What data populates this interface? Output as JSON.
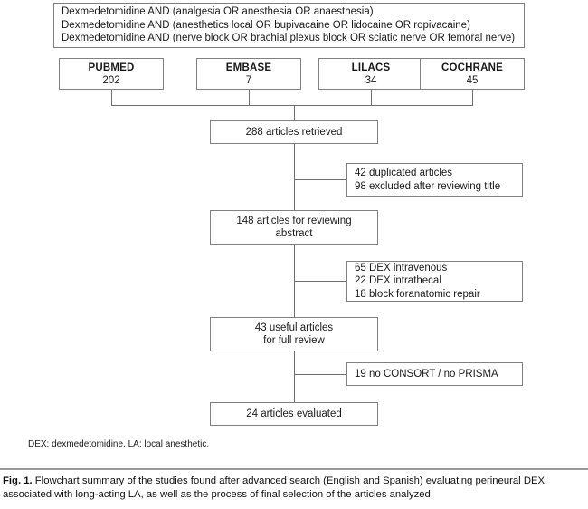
{
  "figure": {
    "search_box": {
      "lines": [
        "Dexmedetomidine AND (analgesia OR anesthesia OR anaesthesia)",
        "Dexmedetomidine AND (anesthetics local OR bupivacaine OR lidocaine OR ropivacaine)",
        "Dexmedetomidine AND (nerve block OR brachial plexus block OR sciatic nerve OR femoral nerve)"
      ]
    },
    "databases": [
      {
        "name": "PUBMED",
        "count": "202"
      },
      {
        "name": "EMBASE",
        "count": "7"
      },
      {
        "name": "LILACS",
        "count": "34"
      },
      {
        "name": "COCHRANE",
        "count": "45"
      }
    ],
    "stages": {
      "retrieved": {
        "lines": [
          "288 articles retrieved"
        ]
      },
      "abstract_review": {
        "lines": [
          "148 articles for reviewing",
          "abstract"
        ]
      },
      "full_review": {
        "lines": [
          "43 useful articles",
          "for full review"
        ]
      },
      "evaluated": {
        "lines": [
          "24 articles evaluated"
        ]
      }
    },
    "exclusions": {
      "after_retrieval": {
        "lines": [
          "42 duplicated articles",
          "98 excluded after reviewing title"
        ]
      },
      "after_abstract": {
        "lines": [
          "65 DEX intravenous",
          "22 DEX intrathecal",
          "18 block foranatomic repair"
        ]
      },
      "after_full_review": {
        "lines": [
          "19 no CONSORT / no PRISMA"
        ]
      }
    },
    "footnote": "DEX: dexmedetomidine. LA: local anesthetic.",
    "caption": {
      "label": "Fig. 1.",
      "text": "Flowchart summary of the studies found after advanced search (English and Spanish) evaluating perineural DEX associated with long-acting LA, as well as the process of final selection of the articles analyzed."
    }
  },
  "colors": {
    "box_border": "#808080",
    "connector": "#6e6e6e",
    "text": "#1a1a1a",
    "rule": "#9a9a9a"
  }
}
